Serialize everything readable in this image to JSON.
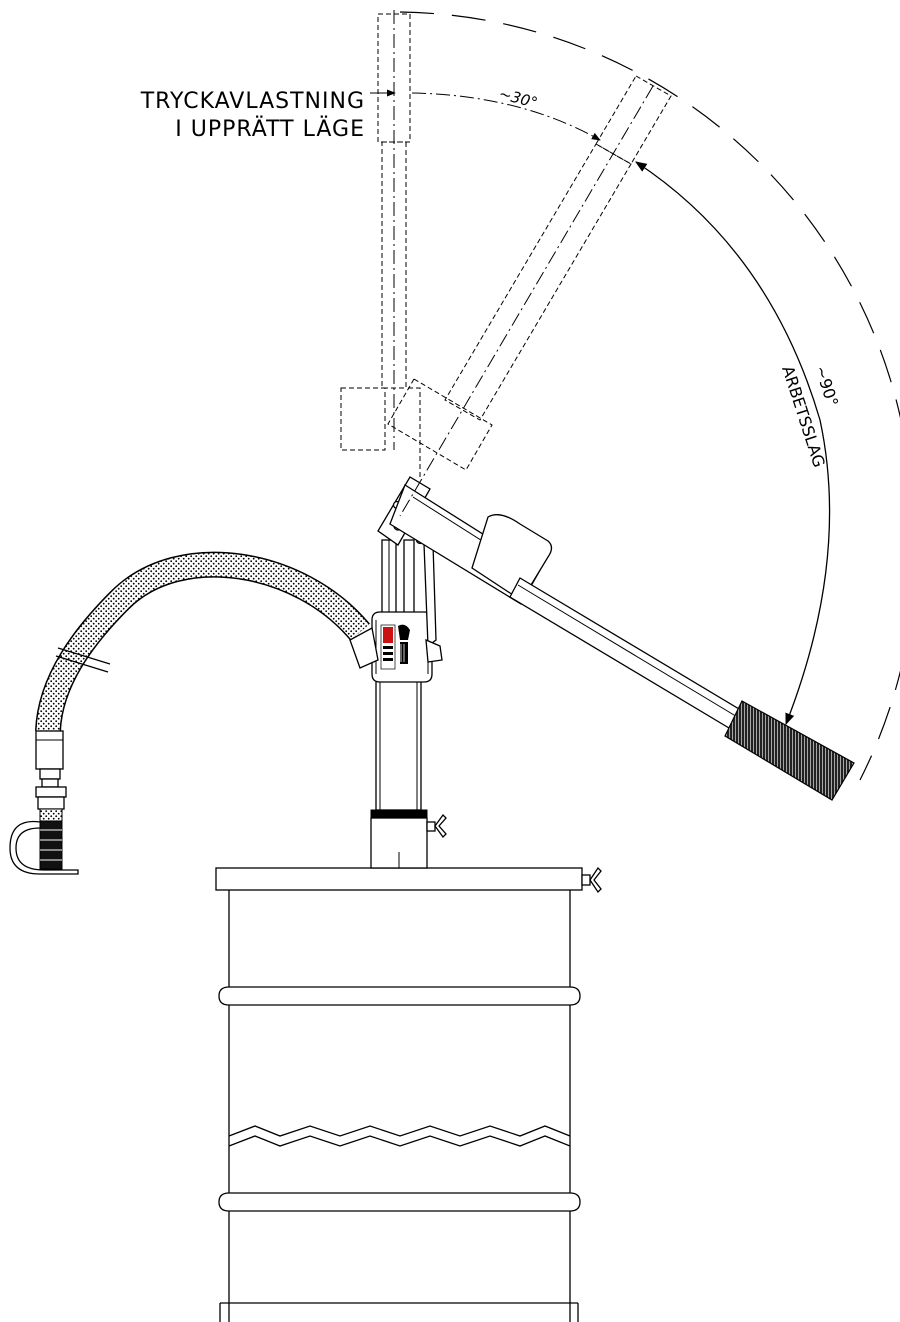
{
  "annotations": {
    "pressure_relief_line1": "TRYCKAVLASTNING",
    "pressure_relief_line2": "I UPPRÄTT LÄGE",
    "angle_upright": "~30°",
    "angle_stroke": "~90°",
    "working_stroke": "ARBETSSLAG"
  },
  "colors": {
    "line": "#000000",
    "brand_label": "#cc1111",
    "background": "#ffffff"
  },
  "components": {
    "handle_grip": "handle-grip",
    "pump_head": "pump-head",
    "hose": "braided-hose",
    "coupler": "grease-coupler",
    "drum": "drum"
  }
}
